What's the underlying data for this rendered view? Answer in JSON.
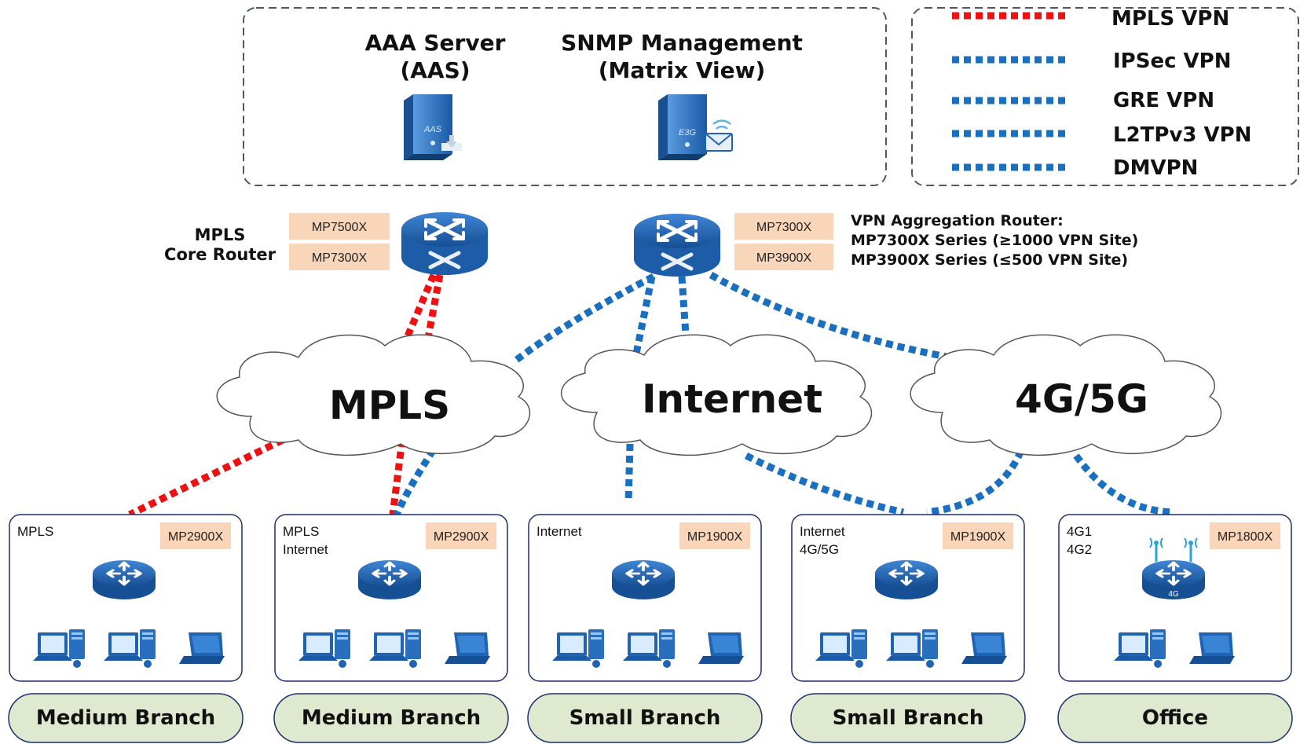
{
  "servers": [
    {
      "title_line1": "AAA Server",
      "title_line2": "(AAS)",
      "icon_text": "AAS"
    },
    {
      "title_line1": "SNMP Management",
      "title_line2": "(Matrix View)",
      "icon_text": "E3G"
    }
  ],
  "legend": [
    {
      "label": "MPLS VPN",
      "color": "#ee1111"
    },
    {
      "label": "IPSec VPN",
      "color": "#1a6fbf"
    },
    {
      "label": "GRE VPN",
      "color": "#1a6fbf"
    },
    {
      "label": "L2TPv3 VPN",
      "color": "#1a6fbf"
    },
    {
      "label": "DMVPN",
      "color": "#1a6fbf"
    }
  ],
  "core_router": {
    "label_line1": "MPLS",
    "label_line2": "Core Router",
    "models": [
      "MP7500X",
      "MP7300X"
    ]
  },
  "aggregation_router": {
    "models": [
      "MP7300X",
      "MP3900X"
    ],
    "desc": [
      "VPN Aggregation Router:",
      "MP7300X Series (≥1000 VPN Site)",
      "MP3900X Series (≤500 VPN Site)"
    ]
  },
  "clouds": [
    "MPLS",
    "Internet",
    "4G/5G"
  ],
  "branches": [
    {
      "links": [
        "MPLS"
      ],
      "model": "MP2900X",
      "name": "Medium Branch",
      "pcs": 2
    },
    {
      "links": [
        "MPLS",
        "Internet"
      ],
      "model": "MP2900X",
      "name": "Medium Branch",
      "pcs": 2
    },
    {
      "links": [
        "Internet"
      ],
      "model": "MP1900X",
      "name": "Small Branch",
      "pcs": 2
    },
    {
      "links": [
        "Internet",
        "4G/5G"
      ],
      "model": "MP1900X",
      "name": "Small Branch",
      "pcs": 2
    },
    {
      "links": [
        "4G1",
        "4G2"
      ],
      "model": "MP1800X",
      "name": "Office",
      "pcs": 1,
      "wireless": true,
      "router_tag": "4G"
    }
  ],
  "colors": {
    "mpls_line": "#ee1111",
    "vpn_line": "#1a6fbf",
    "model_tag": "#f9d5b9",
    "branch_pill": "#dfe9cf",
    "device_blue": "#1f63b2"
  }
}
